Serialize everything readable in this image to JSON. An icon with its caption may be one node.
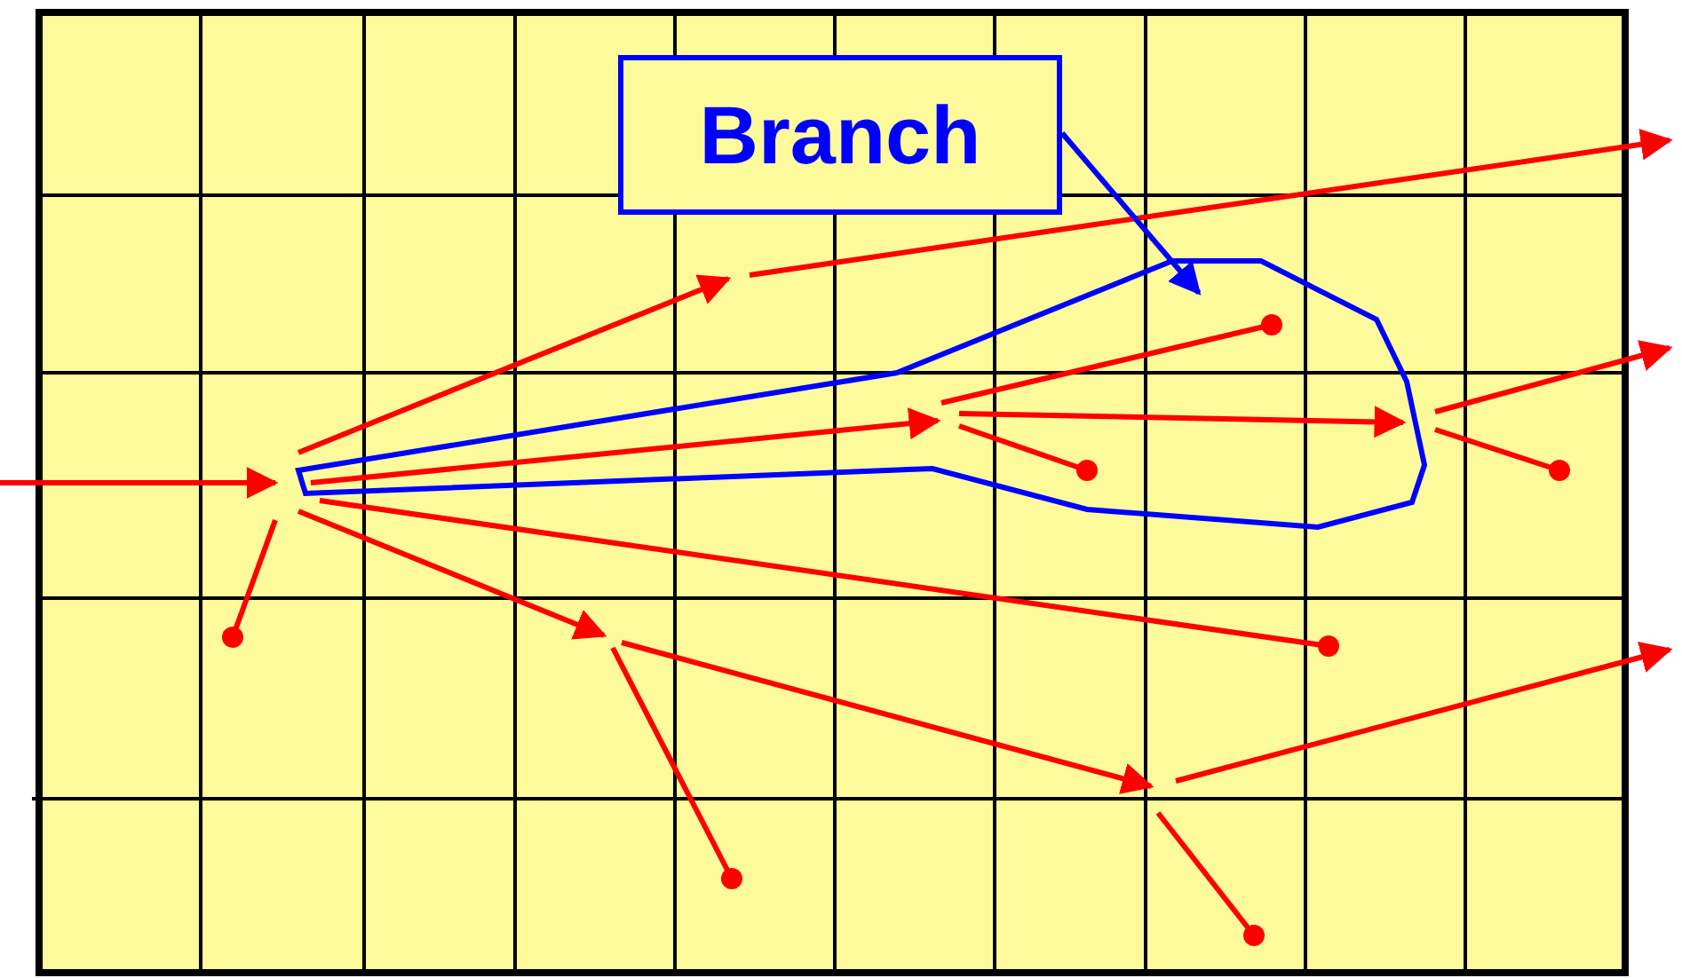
{
  "diagram": {
    "nodes": [
      {
        "text": [
          "Branch"
        ]
      },
      {
        "text": [],
        "shape": "polygon"
      }
    ],
    "edges": [
      {
        "from": 0,
        "to": 1,
        "arrow": "to",
        "color": "#0000ff"
      }
    ]
  }
}
